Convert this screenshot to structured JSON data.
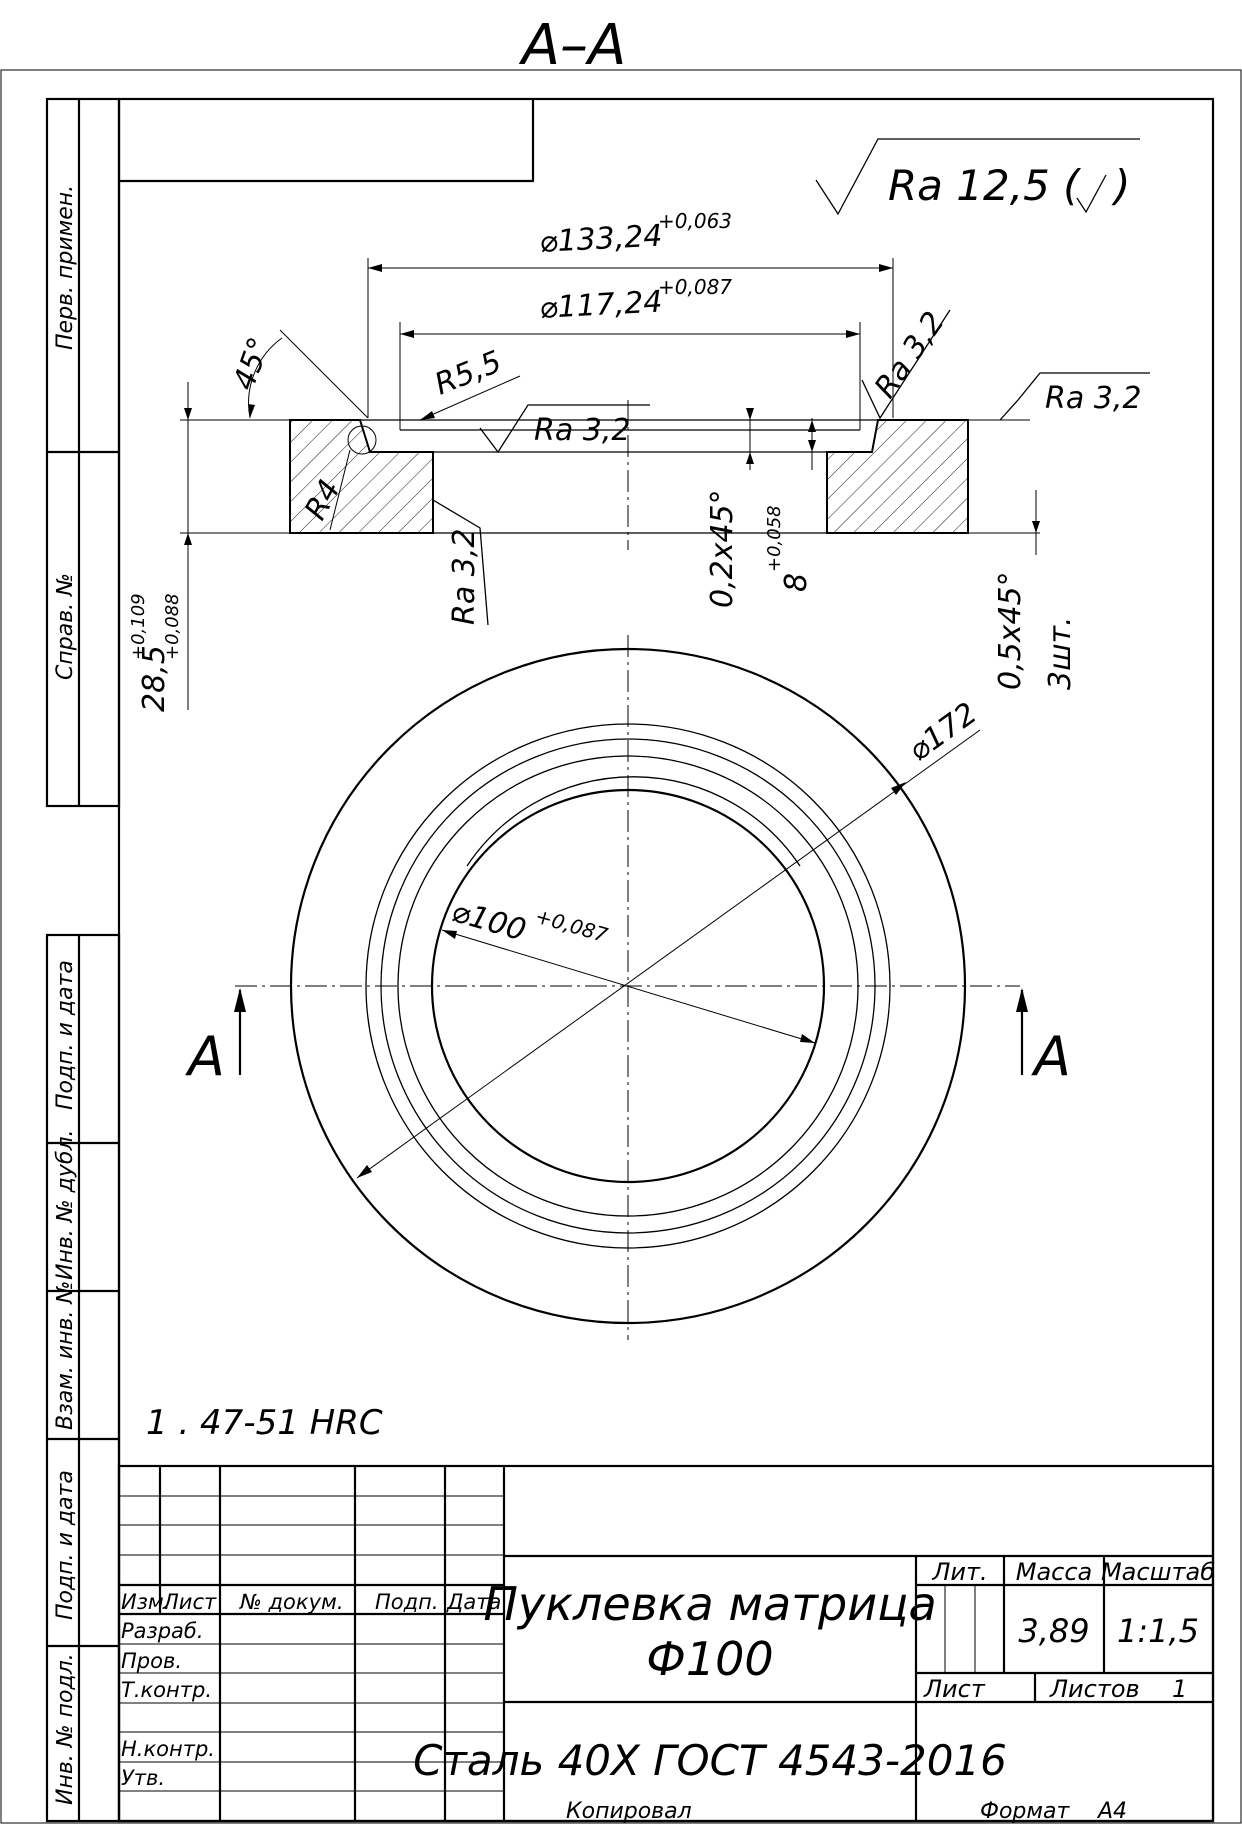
{
  "section_label": "A–A",
  "cut_marks": {
    "left": "A",
    "right": "A"
  },
  "surface_finish": {
    "general": "Ra 12,5 (",
    "general_tail": ")",
    "top_face": "Ra 3,2",
    "recess": "Ra 3,2",
    "chamfer": "Ra 3,2",
    "bore": "Ra 3,2"
  },
  "dimensions": {
    "d_outer_recess": "⌀133,24",
    "d_outer_recess_tol": "+0,063",
    "d_inner_recess": "⌀117,24",
    "d_inner_recess_tol": "+0,087",
    "radius_1": "R5,5",
    "radius_2": "R4",
    "angle": "45°",
    "chamfer_1": "0,2x45°",
    "depth": "8",
    "depth_tol": "+0,058",
    "height": "28,5",
    "height_tol_upper": "+0,109",
    "height_tol_lower": "+0,088",
    "chamfer_2": "0,5x45°",
    "chamfer_2_count": "3шт.",
    "d_outer": "⌀172",
    "d_bore": "⌀100",
    "d_bore_tol": "+0,087"
  },
  "notes": [
    "1 . 47-51 HRC"
  ],
  "side_stamps": [
    "Перв. примен.",
    "Справ. №",
    "Подп. и дата",
    "Инв. № дубл.",
    "Взам. инв. №",
    "Подп. и дата",
    "Инв. № подл."
  ],
  "title_block": {
    "columns": [
      "Изм.",
      "Лист",
      "№ докум.",
      "Подп.",
      "Дата"
    ],
    "roles": [
      "Разраб.",
      "Пров.",
      "Т.контр.",
      "",
      "Н.контр.",
      "Утв."
    ],
    "title_line1": "Пуклевка матрица",
    "title_line2": "Ф100",
    "material": "Сталь 40Х ГОСТ 4543-2016",
    "lit_label": "Лит.",
    "mass_label": "Масса",
    "scale_label": "Масштаб",
    "mass": "3,89",
    "scale": "1:1,5",
    "sheet_label": "Лист",
    "sheets_label": "Листов",
    "sheets_count": "1",
    "copied_label": "Копировал",
    "format_label": "Формат",
    "format_value": "А4"
  }
}
